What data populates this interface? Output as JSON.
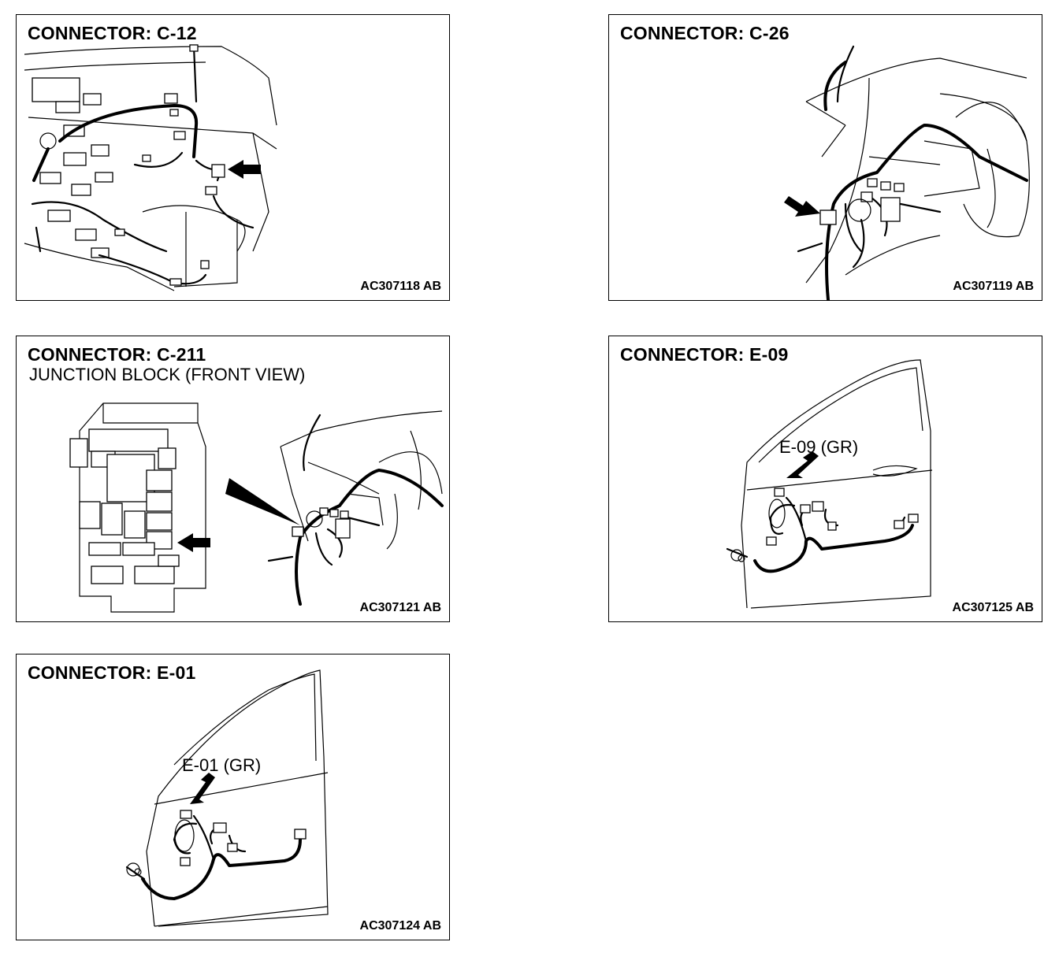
{
  "panels": [
    {
      "title": "CONNECTOR: C-12",
      "code": "AC307118 AB"
    },
    {
      "title": "CONNECTOR: C-26",
      "code": "AC307119 AB"
    },
    {
      "title": "CONNECTOR: C-211",
      "subtitle": "JUNCTION BLOCK (FRONT VIEW)",
      "code": "AC307121 AB"
    },
    {
      "title": "CONNECTOR: E-09",
      "callout": "E-09 (GR)",
      "code": "AC307125 AB"
    },
    {
      "title": "CONNECTOR: E-01",
      "callout": "E-01 (GR)",
      "code": "AC307124 AB"
    }
  ]
}
